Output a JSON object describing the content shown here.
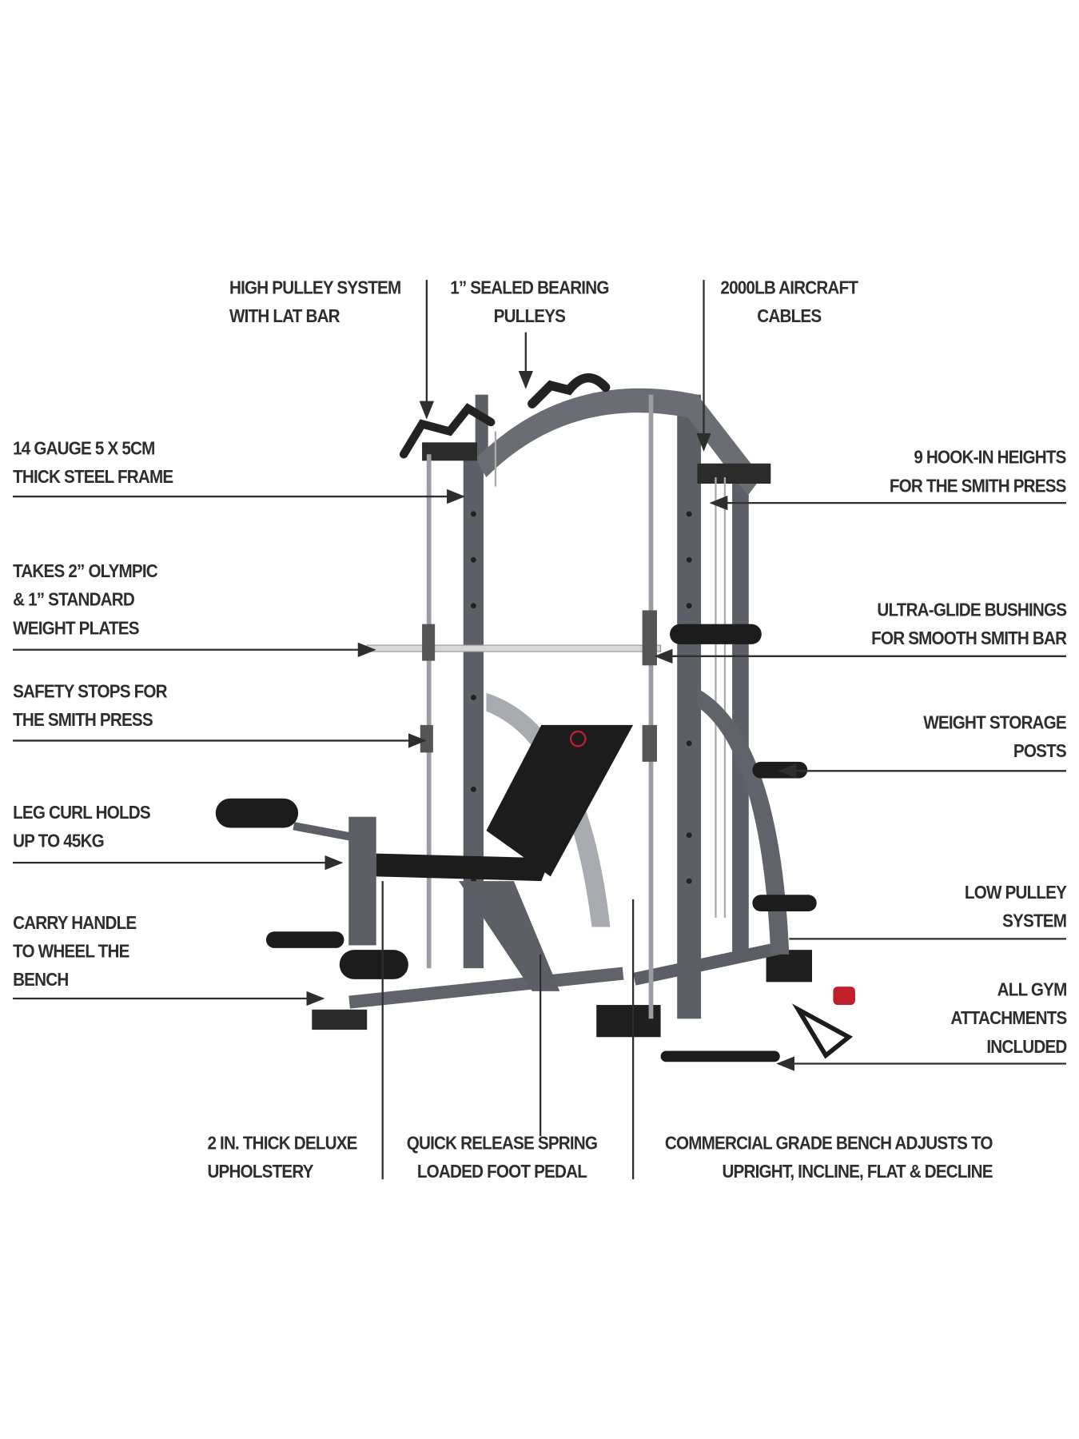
{
  "callouts": {
    "high_pulley": [
      "HIGH PULLEY SYSTEM",
      "WITH LAT BAR"
    ],
    "bearing_pulleys": [
      "1” SEALED BEARING",
      "PULLEYS"
    ],
    "aircraft_cables": [
      "2000LB AIRCRAFT",
      "CABLES"
    ],
    "steel_frame": [
      "14 GAUGE 5 X 5CM",
      "THICK STEEL FRAME"
    ],
    "hook_in_heights": [
      "9 HOOK-IN HEIGHTS",
      "FOR THE SMITH PRESS"
    ],
    "weight_plates": [
      "TAKES 2” OLYMPIC",
      "& 1” STANDARD",
      "WEIGHT PLATES"
    ],
    "bushings": [
      "ULTRA-GLIDE BUSHINGS",
      "FOR SMOOTH SMITH BAR"
    ],
    "safety_stops": [
      "SAFETY STOPS FOR",
      "THE SMITH PRESS"
    ],
    "storage_posts": [
      "WEIGHT STORAGE",
      "POSTS"
    ],
    "leg_curl": [
      "LEG CURL HOLDS",
      "UP TO 45KG"
    ],
    "low_pulley": [
      "LOW PULLEY",
      "SYSTEM"
    ],
    "carry_handle": [
      "CARRY HANDLE",
      "TO WHEEL THE",
      "BENCH"
    ],
    "attachments": [
      "ALL GYM",
      "ATTACHMENTS",
      "INCLUDED"
    ],
    "upholstery": [
      "2 IN. THICK DELUXE",
      "UPHOLSTERY"
    ],
    "foot_pedal": [
      "QUICK RELEASE SPRING",
      "LOADED FOOT PEDAL"
    ],
    "bench_adjust": [
      "COMMERCIAL GRADE BENCH ADJUSTS TO",
      "UPRIGHT, INCLINE, FLAT & DECLINE"
    ]
  },
  "colors": {
    "text": "#2e2e2e",
    "frame": "#55585e",
    "pad": "#1c1c1c",
    "logo": "#c0202a"
  }
}
